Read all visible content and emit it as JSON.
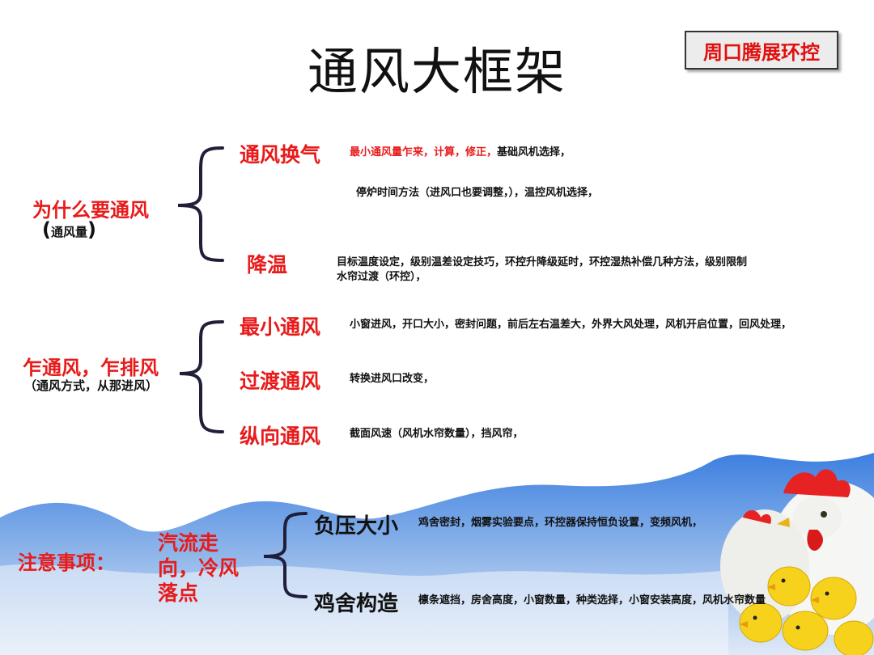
{
  "title": "通风大框架",
  "badge": "周口腾展环控",
  "colors": {
    "accent_red": "#e81b1b",
    "bracket": "#1f1f3a",
    "wave_blue": "#2f6fd0"
  },
  "sections": {
    "why": {
      "label": "为什么要通风",
      "sub": "通风量",
      "branches": [
        {
          "name": "通风换气",
          "detail_red": "最小通风量乍来，计算，修正，",
          "detail": "基础风机选择，"
        },
        {
          "name": "",
          "detail_red": "",
          "detail": "停炉时间方法（进风口也要调整，），温控风机选择，"
        },
        {
          "name": "降温",
          "detail_red": "",
          "detail": "目标温度设定，级别温差设定技巧，环控升降级延时，环控湿热补偿几种方法，级别限制",
          "detail2": "水帘过渡（环控），"
        }
      ]
    },
    "how": {
      "label": "乍通风，乍排风",
      "sub": "（通风方式，从那进风）",
      "branches": [
        {
          "name": "最小通风",
          "detail": "小窗进风，开口大小，密封问题，前后左右温差大，外界大风处理，风机开启位置，回风处理，"
        },
        {
          "name": "过渡通风",
          "detail": "转换进风口改变，"
        },
        {
          "name": "纵向通风",
          "detail": "截面风速（风机水帘数量），挡风帘，"
        }
      ]
    },
    "notes": {
      "label": "注意事项：",
      "topic": "汽流走向，冷风落点",
      "topic_lines": [
        "汽流走",
        "向，冷风",
        "落点"
      ],
      "branches": [
        {
          "name": "负压大小",
          "detail": "鸡舍密封，烟雾实验要点，环控器保持恒负设置，变频风机，"
        },
        {
          "name": "鸡舍构造",
          "detail": "檩条遮挡，房舍高度，小窗数量，种类选择，小窗安装高度，风机水帘数量"
        }
      ]
    }
  }
}
